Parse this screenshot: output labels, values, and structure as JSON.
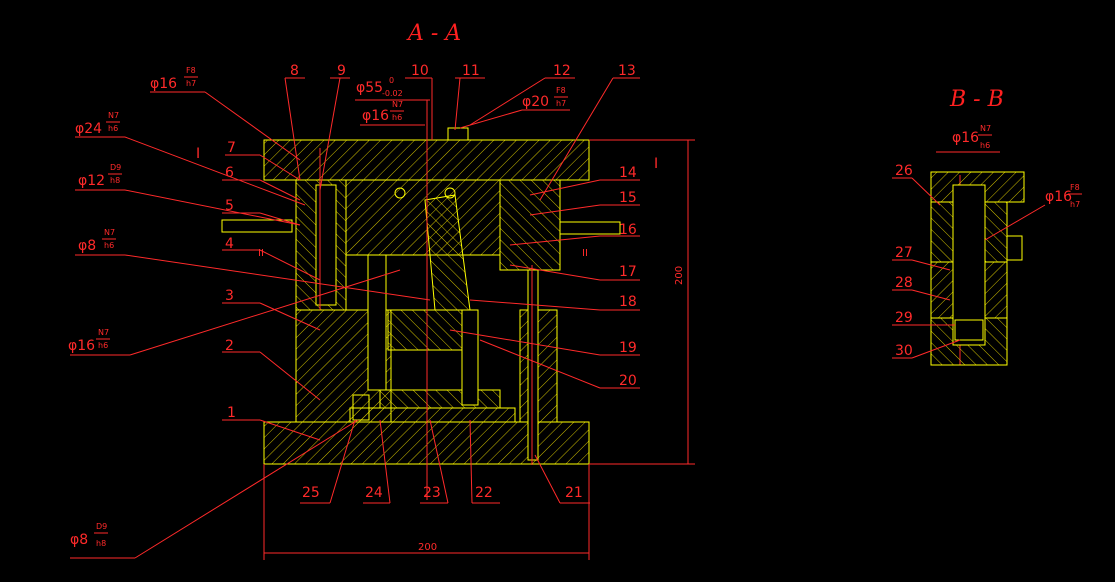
{
  "section_aa_title": "A - A",
  "section_bb_title": "B - B",
  "part_numbers_left": [
    "7",
    "6",
    "5",
    "4",
    "3",
    "2",
    "1"
  ],
  "part_numbers_top": [
    "8",
    "9",
    "10",
    "11",
    "12",
    "13"
  ],
  "part_numbers_right": [
    "14",
    "15",
    "16",
    "17",
    "18",
    "19",
    "20"
  ],
  "part_numbers_bottom": [
    "25",
    "24",
    "23",
    "22",
    "21"
  ],
  "part_numbers_bb": [
    "26",
    "27",
    "28",
    "29",
    "30"
  ],
  "fits": {
    "f1": {
      "dia": "φ16",
      "num": "F8",
      "den": "h7"
    },
    "f2": {
      "dia": "φ24",
      "num": "N7",
      "den": "h6"
    },
    "f3": {
      "dia": "φ12",
      "num": "D9",
      "den": "h8"
    },
    "f4": {
      "dia": "φ8",
      "num": "N7",
      "den": "h6"
    },
    "f5": {
      "dia": "φ16",
      "num": "N7",
      "den": "h6"
    },
    "f6": {
      "dia": "φ8",
      "num": "D9",
      "den": "h8"
    },
    "f7": {
      "dia": "φ55",
      "num": "0",
      "den": "-0.02"
    },
    "f8": {
      "dia": "φ16",
      "num": "N7",
      "den": "h6"
    },
    "f9": {
      "dia": "φ20",
      "num": "F8",
      "den": "h7"
    },
    "f10": {
      "dia": "φ16",
      "num": "N7",
      "den": "h6"
    },
    "f11": {
      "dia": "φ16",
      "num": "F8",
      "den": "h7"
    }
  },
  "section_marks": {
    "i_left": "I",
    "i_right": "I",
    "ii_left": "II",
    "ii_right": "II"
  },
  "dims": {
    "width": "200",
    "height": "200"
  },
  "colors": {
    "line": "#ffff00",
    "annotation": "#ff2a2a",
    "background": "#000000"
  }
}
